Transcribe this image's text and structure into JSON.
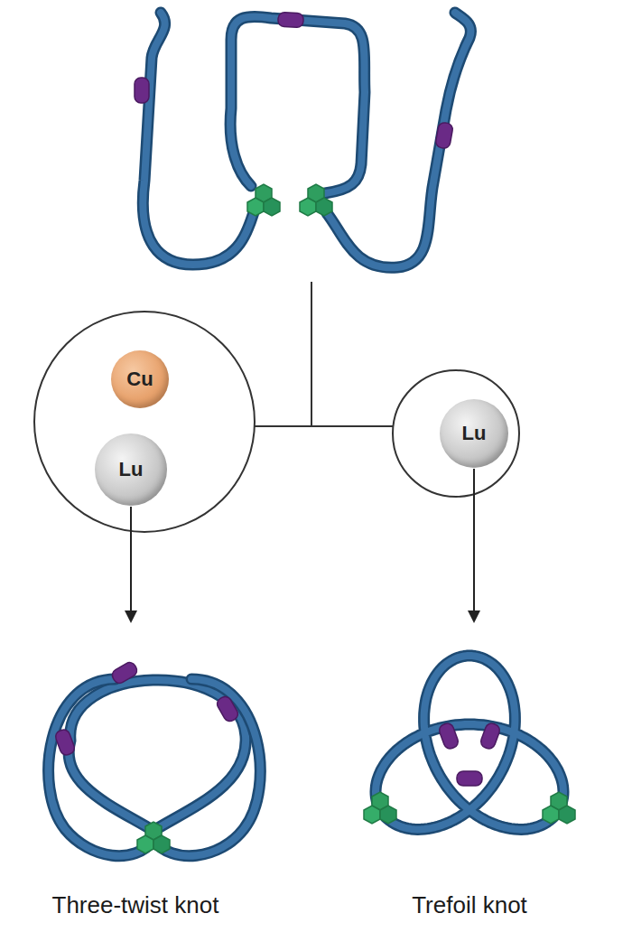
{
  "diagram": {
    "nodes": [
      {
        "text": [
          "Cu"
        ]
      },
      {
        "text": [
          "Lu"
        ]
      },
      {
        "text": [
          "Lu"
        ]
      },
      {
        "text": [
          "Three-twist knot"
        ]
      },
      {
        "text": [
          "Trefoil knot"
        ]
      }
    ],
    "edges": [
      {
        "from": 1,
        "to": 3,
        "arrow": "to"
      },
      {
        "from": 2,
        "to": 4,
        "arrow": "to"
      }
    ]
  }
}
